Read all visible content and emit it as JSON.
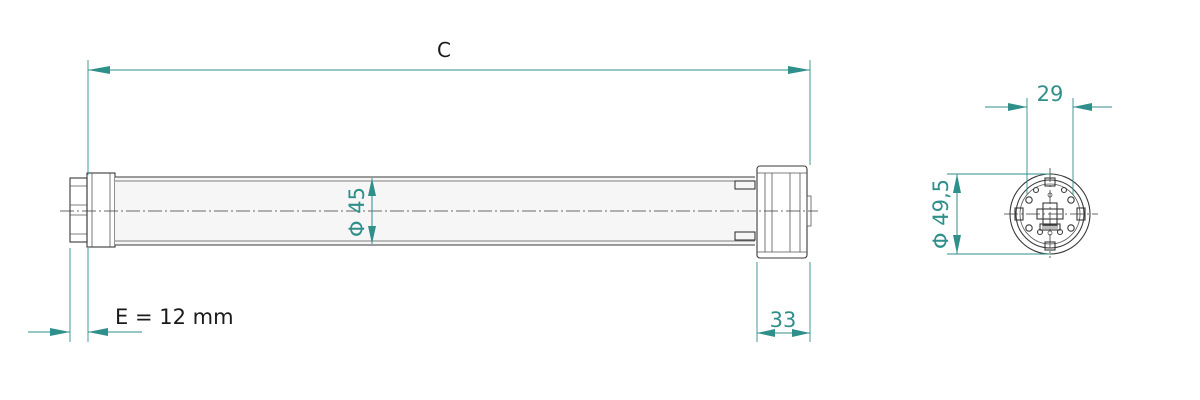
{
  "labels": {
    "overall_length": "C",
    "tube_diameter": "Φ 45",
    "head_length": "33",
    "end_offset": "E = 12 mm",
    "pin_spacing": "29",
    "head_diameter": "Φ 49,5"
  },
  "colors": {
    "dimension": "#2f8f8a",
    "outline": "#3a3a3a",
    "text": "#1a1a1a"
  }
}
